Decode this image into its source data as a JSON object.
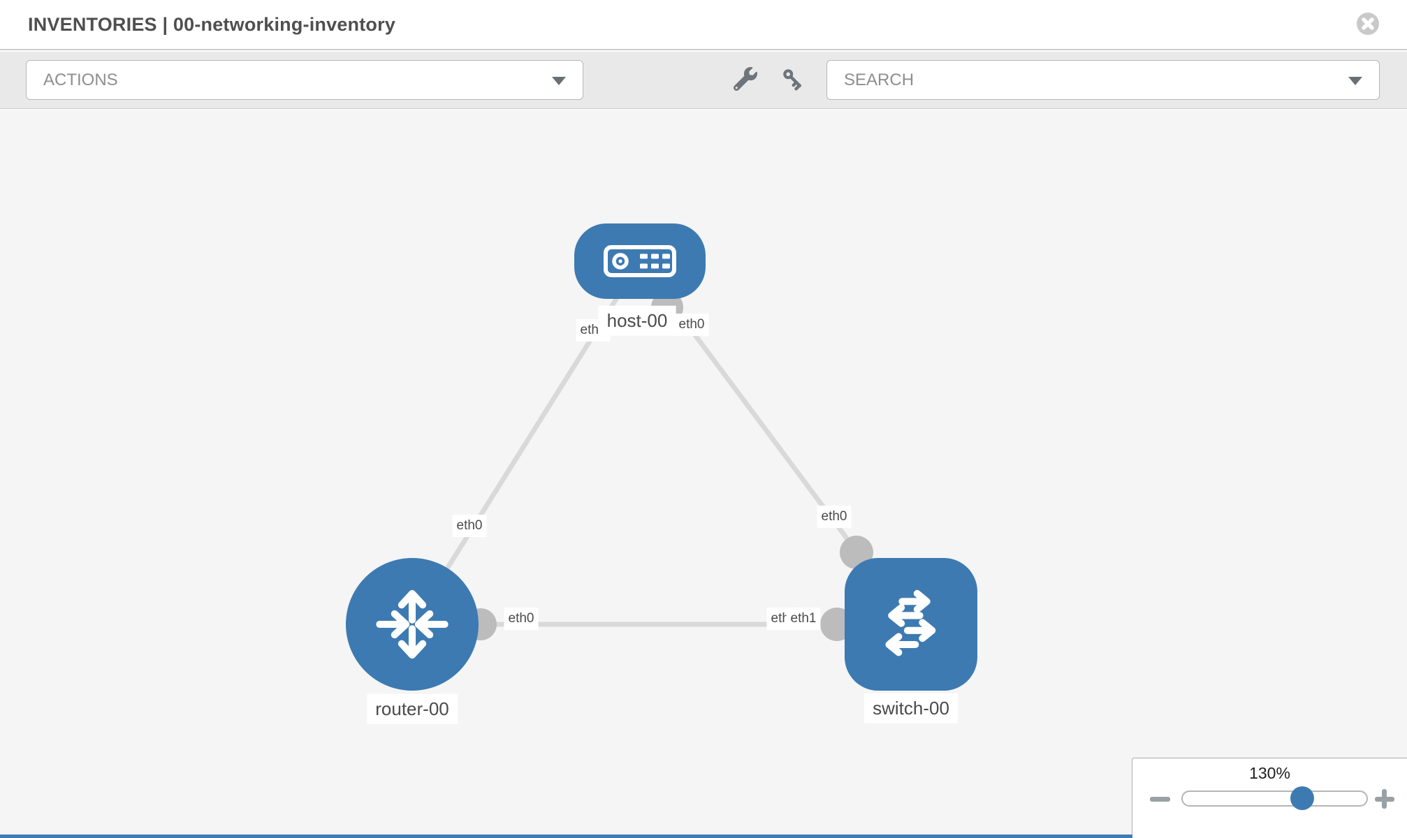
{
  "header": {
    "title": "INVENTORIES | 00-networking-inventory"
  },
  "toolbar": {
    "actions_label": "ACTIONS",
    "search_placeholder": "SEARCH",
    "icons": [
      "wrench-icon",
      "key-icon"
    ]
  },
  "topology": {
    "nodes": [
      {
        "label": "host-00",
        "type": "host",
        "shape": "rounded-rect",
        "icon": "server-icon"
      },
      {
        "label": "router-00",
        "type": "router",
        "shape": "circle",
        "icon": "router-arrows-icon"
      },
      {
        "label": "switch-00",
        "type": "switch",
        "shape": "rounded-square",
        "icon": "switch-arrows-icon"
      }
    ],
    "links": [
      {
        "from": "host-00",
        "from_port": "eth0",
        "to": "router-00",
        "to_port": "eth0"
      },
      {
        "from": "host-00",
        "from_port": "eth0",
        "to": "switch-00",
        "to_port": "eth0"
      },
      {
        "from": "router-00",
        "from_port": "eth0",
        "to": "switch-00",
        "to_port": "eth1"
      }
    ],
    "port_labels": [
      {
        "text": "eth0"
      },
      {
        "text": "eth0"
      },
      {
        "text": "eth0"
      },
      {
        "text": "eth0"
      },
      {
        "text": "eth0"
      },
      {
        "text": "eth0"
      },
      {
        "text": "eth1"
      }
    ]
  },
  "zoom_control": {
    "value": "130%"
  },
  "colors": {
    "node_blue": "#3d7ab2",
    "link_gray": "#d9d9d9",
    "interface_dot_gray": "#bcbcbc",
    "canvas_bg": "#f5f5f5",
    "toolbar_bg": "#e9e9e9",
    "label_text": "#4a4a4a"
  }
}
